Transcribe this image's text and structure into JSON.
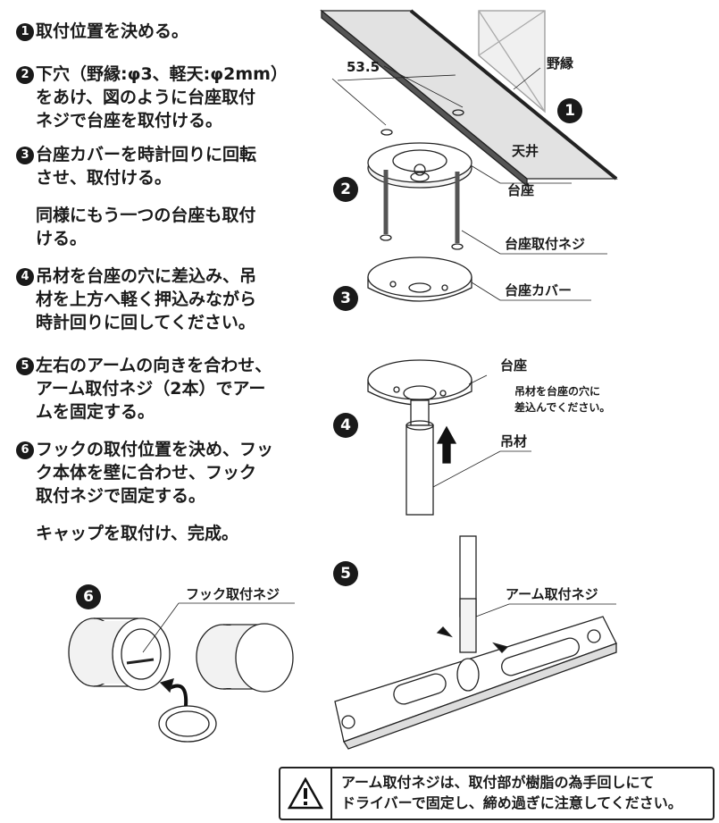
{
  "steps": [
    {
      "num": "1",
      "lines": [
        "取付位置を決める。"
      ]
    },
    {
      "num": "2",
      "lines": [
        "下穴（野縁:φ3、軽天:φ2mm）",
        "をあけ、図のように台座取付",
        "ネジで台座を取付ける。"
      ]
    },
    {
      "num": "3",
      "lines": [
        "台座カバーを時計回りに回転",
        "させ、取付ける。"
      ],
      "extra": [
        "同様にもう一つの台座も取付",
        "ける。"
      ]
    },
    {
      "num": "4",
      "lines": [
        "吊材を台座の穴に差込み、吊",
        "材を上方へ軽く押込みながら",
        "時計回りに回してください。"
      ]
    },
    {
      "num": "5",
      "lines": [
        "左右のアームの向きを合わせ、",
        "アーム取付ネジ（2本）でアー",
        "ムを固定する。"
      ]
    },
    {
      "num": "6",
      "lines": [
        "フックの取付位置を決め、フッ",
        "ク本体を壁に合わせ、フック",
        "取付ネジで固定する。"
      ],
      "extra": [
        "キャップを取付け、完成。"
      ]
    }
  ],
  "diagram": {
    "dimension": "53.5",
    "nobuchi": "野縁",
    "tenjo": "天井",
    "daiza": "台座",
    "daiza_neji": "台座取付ネジ",
    "daiza_cover": "台座カバー",
    "daiza2": "台座",
    "note4_line1": "吊材を台座の穴に",
    "note4_line2": "差込んでください。",
    "tsurizai": "吊材",
    "arm_neji": "アーム取付ネジ",
    "hook_neji": "フック取付ネジ",
    "badges": [
      "1",
      "2",
      "3",
      "4",
      "5",
      "6"
    ]
  },
  "warning": {
    "line1": "アーム取付ネジは、取付部が樹脂の為手回しにて",
    "line2": "ドライバーで固定し、締め過ぎに注意してください。"
  }
}
